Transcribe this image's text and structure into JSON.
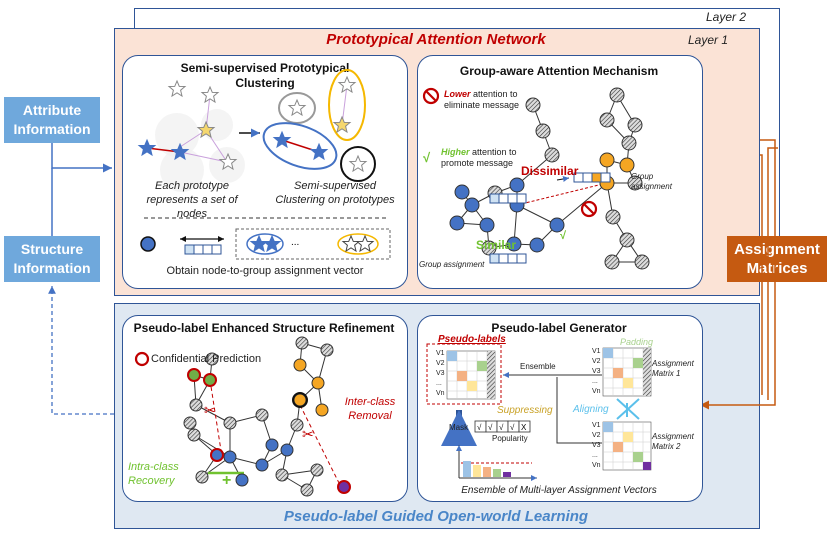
{
  "layer2_label": "Layer 2",
  "layer1_label": "Layer 1",
  "top_title": "Prototypical Attention Network",
  "bottom_title": "Pseudo-label Guided Open-world Learning",
  "attribute_info": "Attribute Information",
  "structure_info": "Structure Information",
  "assignment_matrices": "Assignment Matrices",
  "clustering": {
    "title": "Semi-supervised Prototypical Clustering",
    "caption_left": "Each prototype represents a set of nodes",
    "caption_right": "Semi-supervised Clustering on prototypes",
    "caption_bottom": "Obtain node-to-group assignment vector"
  },
  "attention": {
    "title": "Group-aware Attention Mechanism",
    "lower": "Lower",
    "lower_rest": " attention to eliminate message",
    "higher": "Higher",
    "higher_rest": " attention to promote message",
    "dissimilar": "Dissimilar",
    "similar": "Similar",
    "group_assignment_1": "Group assignment",
    "group_assignment_2": "Group assignment"
  },
  "refinement": {
    "title": "Pseudo-label Enhanced Structure Refinement",
    "confidential": "Confidential Prediction",
    "inter_class": "Inter-class Removal",
    "intra_class": "Intra-class Recovery"
  },
  "generator": {
    "title": "Pseudo-label Generator",
    "pseudo_labels": "Pseudo-labels",
    "padding": "Padding",
    "ensemble": "Ensemble",
    "assignment_matrix_1": "Assignment Matrix 1",
    "assignment_matrix_2": "Assignment Matrix 2",
    "aligning": "Aligning",
    "suppressing": "Suppressing",
    "mask": "Mask",
    "popularity": "Popularity",
    "caption": "Ensemble of Multi-layer Assignment Vectors",
    "rows": [
      "V1",
      "V2",
      "V3",
      "...",
      "Vn"
    ]
  },
  "colors": {
    "node_blue": "#4472c4",
    "node_orange": "#f5a623",
    "red": "#c00000",
    "green": "#70c22f",
    "panel_top_bg": "#fbe3d6",
    "panel_bottom_bg": "#dfe8f2",
    "side_box_blue": "#6fa8dc",
    "side_box_orange": "#c55a11"
  }
}
